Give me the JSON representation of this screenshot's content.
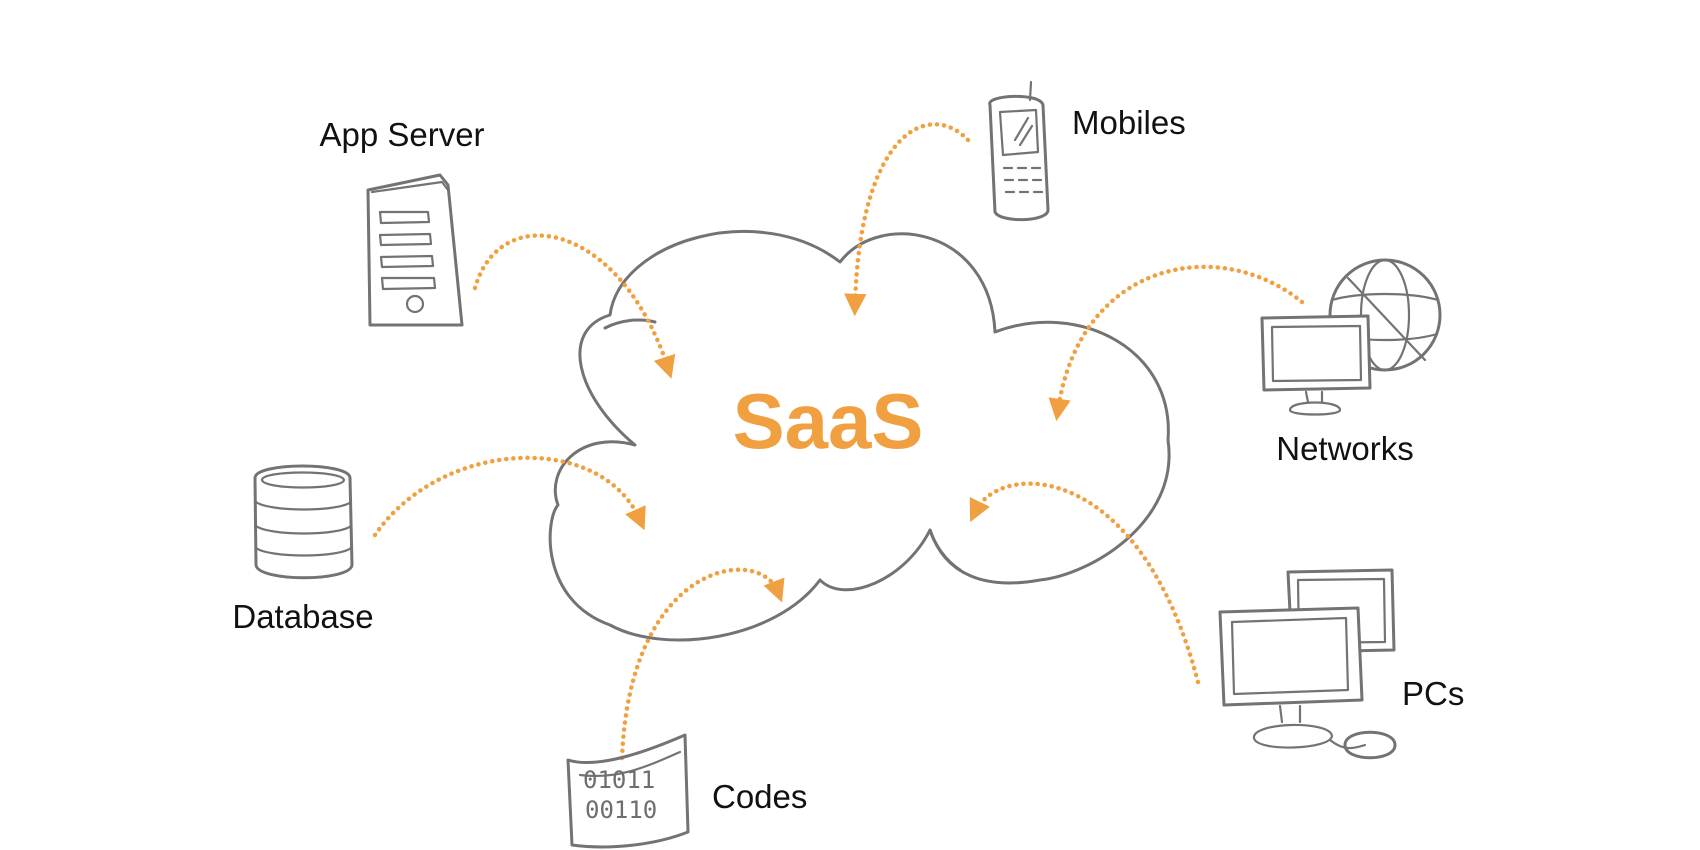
{
  "colors": {
    "accent": "#f0a040",
    "sketch": "#737373",
    "text": "#111111",
    "background": "#ffffff"
  },
  "center": {
    "label": "SaaS"
  },
  "nodes": [
    {
      "id": "app-server",
      "label": "App Server",
      "icon": "server-tower-icon"
    },
    {
      "id": "mobiles",
      "label": "Mobiles",
      "icon": "mobile-phone-icon"
    },
    {
      "id": "networks",
      "label": "Networks",
      "icon": "globe-monitor-icon"
    },
    {
      "id": "database",
      "label": "Database",
      "icon": "database-cylinder-icon"
    },
    {
      "id": "pcs",
      "label": "PCs",
      "icon": "desktop-computers-icon"
    },
    {
      "id": "codes",
      "label": "Codes",
      "icon": "binary-code-paper-icon"
    }
  ],
  "code_sheet": {
    "line1": "01011",
    "line2": "00110"
  }
}
